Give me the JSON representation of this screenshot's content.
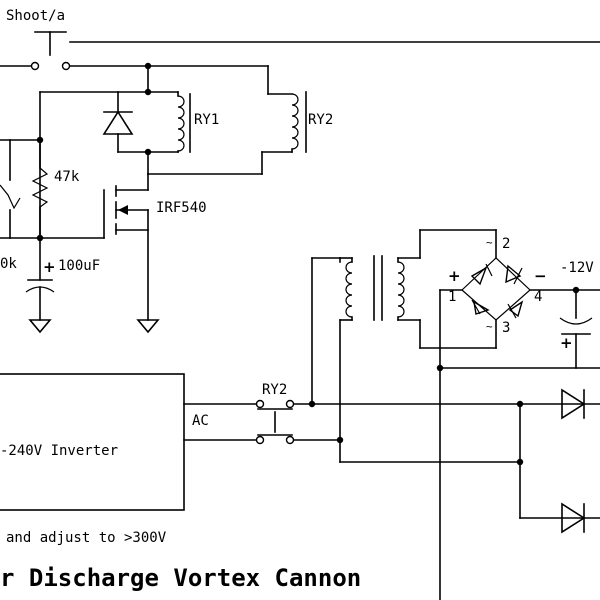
{
  "labels": {
    "shoot_switch": "Shoot/a",
    "relay1": "RY1",
    "relay2": "RY2",
    "relay2_contacts": "RY2",
    "resistor": "47k",
    "resistor_partial": "0k",
    "mosfet": "IRF540",
    "capacitor": "100uF",
    "supply": "-12V",
    "bridge_pin1": "1",
    "bridge_pin2": "2",
    "bridge_pin3": "3",
    "bridge_pin4": "4",
    "bridge_plus": "+",
    "bridge_minus": "−",
    "ac": "AC",
    "inverter": "-240V Inverter",
    "adjust_note": "and adjust to >300V",
    "title": "r Discharge Vortex Cannon"
  }
}
